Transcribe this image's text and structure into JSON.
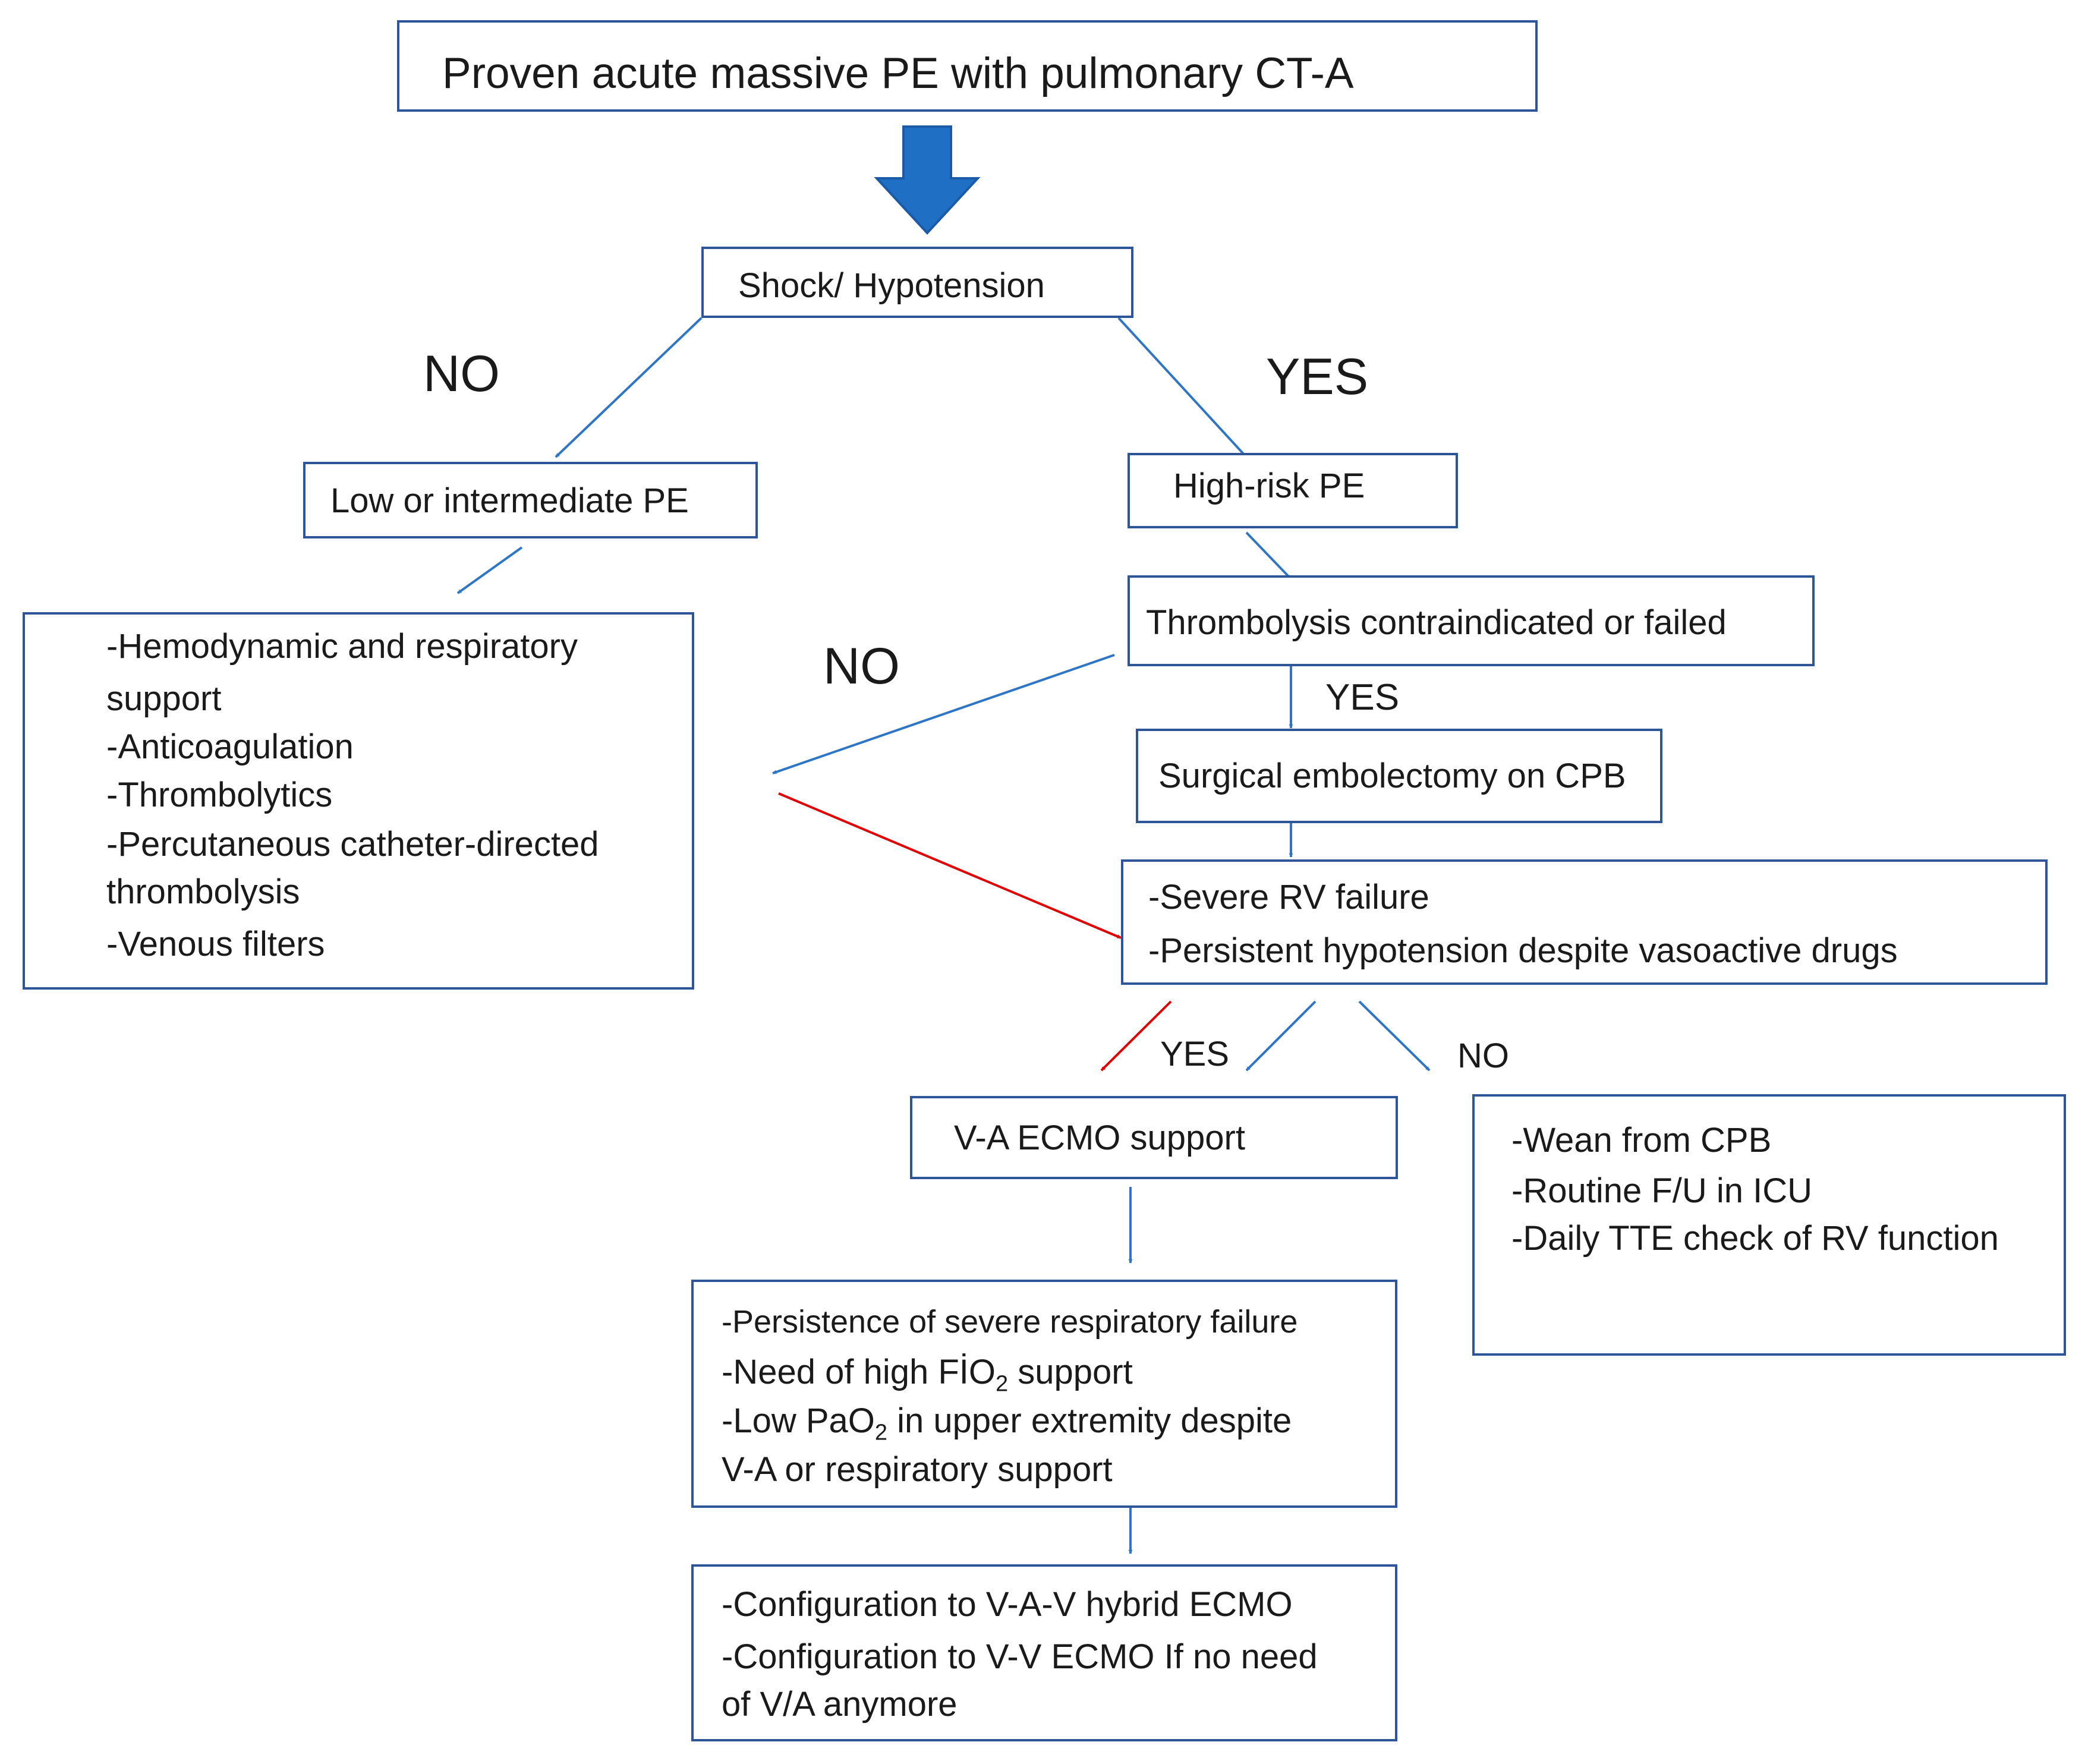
{
  "colors": {
    "box_border": "#2e5597",
    "arrow_blue": "#2e75c6",
    "arrow_red": "#e00000",
    "text": "#1a1a1a"
  },
  "boxes": {
    "start": "Proven acute massive PE with pulmonary CT-A",
    "shock": "Shock/ Hypotension",
    "low_pe": "Low or intermediate PE",
    "high_pe": "High-risk PE",
    "thrombolysis": "Thrombolysis contraindicated or failed",
    "surgical": "Surgical embolectomy on CPB",
    "treatment": {
      "l1": "-Hemodynamic and respiratory",
      "l2": "support",
      "l3": "-Anticoagulation",
      "l4": "-Thrombolytics",
      "l5": "-Percutaneous  catheter-directed",
      "l6": "thrombolysis",
      "l7": "-Venous filters"
    },
    "rv_failure": {
      "l1": "-Severe RV failure",
      "l2": "-Persistent  hypotension despite vasoactive drugs"
    },
    "ecmo": "V-A ECMO support",
    "wean": {
      "l1": "-Wean from CPB",
      "l2": "-Routine F/U in ICU",
      "l3": "-Daily TTE check of RV function"
    },
    "respiratory": {
      "l1": "-Persistence of severe respiratory failure",
      "l2_pre": "-Need of high FİO",
      "l2_sub": "2",
      "l2_post": " support",
      "l3_pre": "-Low PaO",
      "l3_sub": "2",
      "l3_post": " in upper extremity despite",
      "l4": "V-A or respiratory support"
    },
    "config": {
      "l1": "-Configuration to V-A-V hybrid ECMO",
      "l2": "-Configuration to V-V ECMO If no need",
      "l3": "of V/A anymore"
    }
  },
  "labels": {
    "no_shock": "NO",
    "yes_shock": "YES",
    "no_thrombolysis": "NO",
    "yes_thrombolysis": "YES",
    "yes_rv": "YES",
    "no_rv": "NO"
  }
}
